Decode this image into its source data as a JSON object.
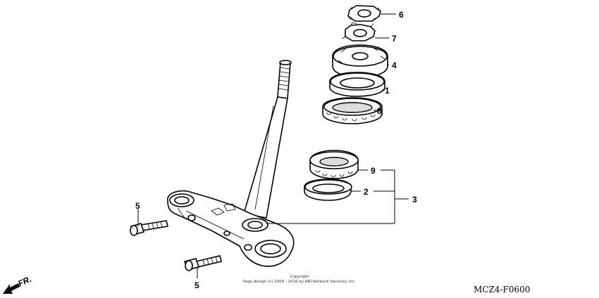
{
  "callouts": {
    "c6": "6",
    "c7": "7",
    "c4": "4",
    "c1": "1",
    "c8": "8",
    "c9": "9",
    "c2": "2",
    "c3": "3",
    "c5a": "5",
    "c5b": "5"
  },
  "copyright": {
    "line1": "Copyright",
    "line2": "Page design (c) 2004 - 2016 by ARI Network Services, Inc."
  },
  "diagram_code": "MCZ4-F0600",
  "direction_label": "FR."
}
